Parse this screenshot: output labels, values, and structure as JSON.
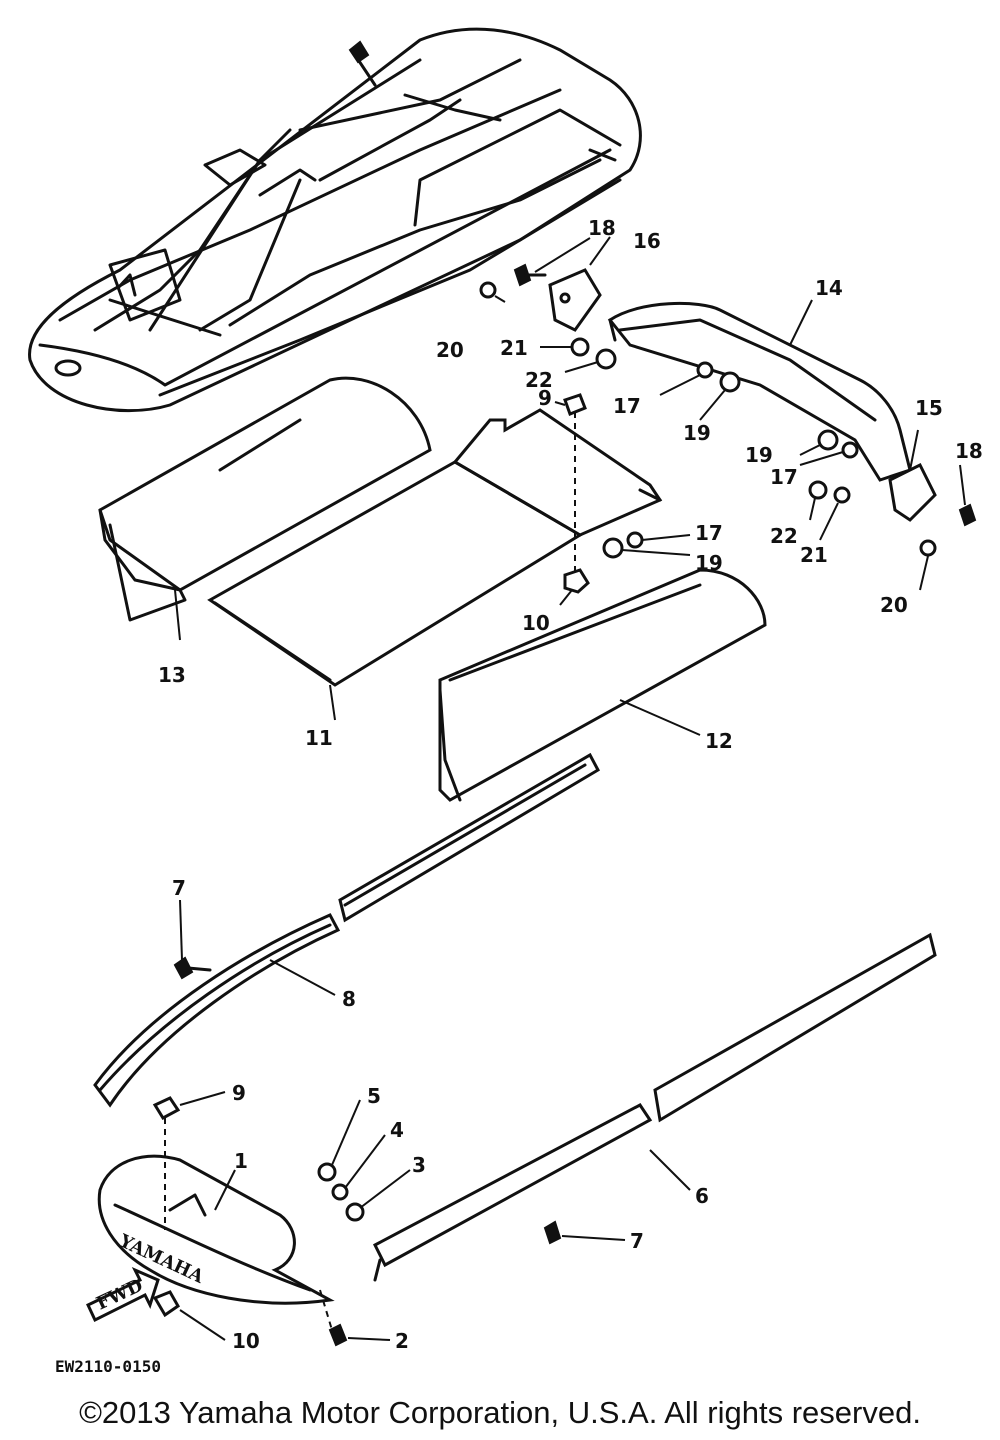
{
  "diagram": {
    "code": "EW2110-0150",
    "fwd_label": "FWD",
    "brand_stamp": "YAMAHA",
    "callouts": [
      {
        "id": "c1",
        "text": "1"
      },
      {
        "id": "c2",
        "text": "2"
      },
      {
        "id": "c3",
        "text": "3"
      },
      {
        "id": "c4",
        "text": "4"
      },
      {
        "id": "c5",
        "text": "5"
      },
      {
        "id": "c6",
        "text": "6"
      },
      {
        "id": "c7a",
        "text": "7"
      },
      {
        "id": "c7b",
        "text": "7"
      },
      {
        "id": "c8",
        "text": "8"
      },
      {
        "id": "c9a",
        "text": "9"
      },
      {
        "id": "c9b",
        "text": "9"
      },
      {
        "id": "c10a",
        "text": "10"
      },
      {
        "id": "c10b",
        "text": "10"
      },
      {
        "id": "c11",
        "text": "11"
      },
      {
        "id": "c12",
        "text": "12"
      },
      {
        "id": "c13",
        "text": "13"
      },
      {
        "id": "c14",
        "text": "14"
      },
      {
        "id": "c15",
        "text": "15"
      },
      {
        "id": "c16",
        "text": "16"
      },
      {
        "id": "c17a",
        "text": "17"
      },
      {
        "id": "c17b",
        "text": "17"
      },
      {
        "id": "c17c",
        "text": "17"
      },
      {
        "id": "c18a",
        "text": "18"
      },
      {
        "id": "c18b",
        "text": "18"
      },
      {
        "id": "c19a",
        "text": "19"
      },
      {
        "id": "c19b",
        "text": "19"
      },
      {
        "id": "c19c",
        "text": "19"
      },
      {
        "id": "c20a",
        "text": "20"
      },
      {
        "id": "c20b",
        "text": "20"
      },
      {
        "id": "c21a",
        "text": "21"
      },
      {
        "id": "c21b",
        "text": "21"
      },
      {
        "id": "c22a",
        "text": "22"
      },
      {
        "id": "c22b",
        "text": "22"
      }
    ]
  },
  "footer": {
    "copyright": "©2013 Yamaha Motor Corporation, U.S.A. All rights reserved."
  }
}
